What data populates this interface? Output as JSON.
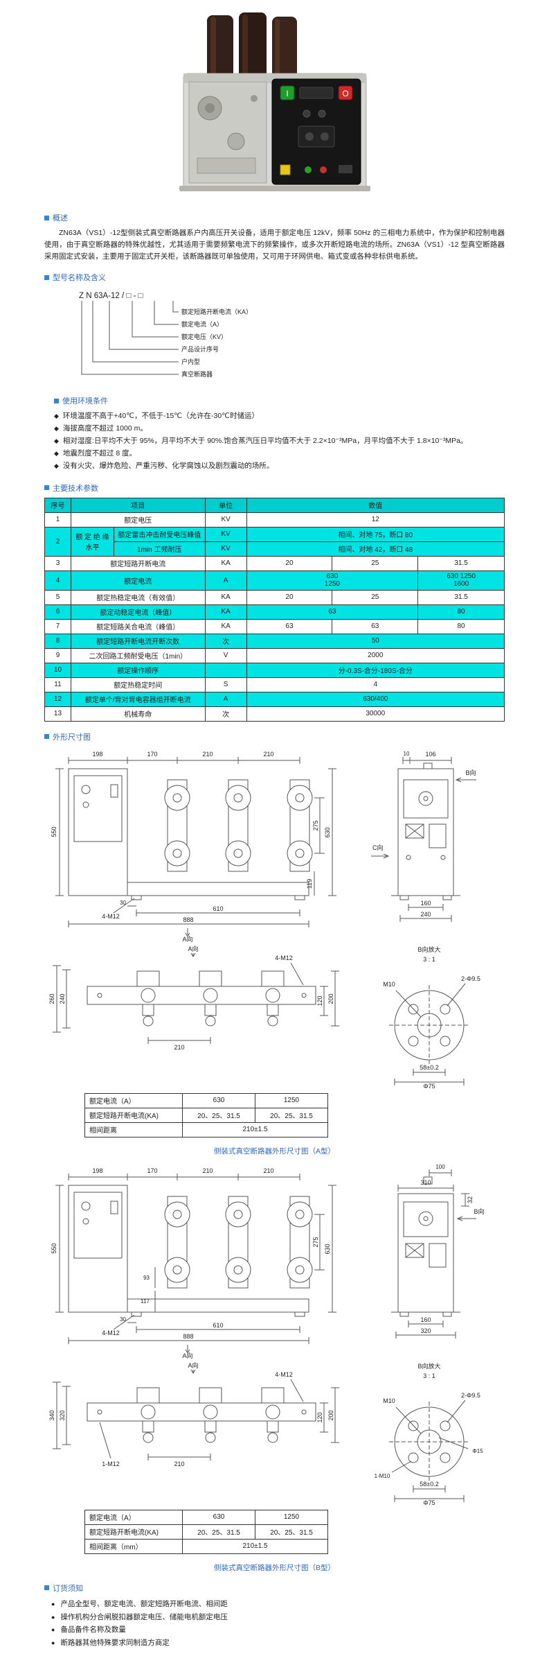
{
  "photo": {
    "alt": "ZN63A（VS1）-12 侧装式真空断路器产品照片",
    "btn_on": "I",
    "btn_off": "O"
  },
  "overview": {
    "title": "概述",
    "body": "ZN63A（VS1）-12型侧装式真空断路器系户内高压开关设备，适用于额定电压 12kV，频率 50Hz 的三相电力系统中，作为保护和控制电器使用，由于真空断路器的特殊优越性，尤其适用于需要频繁电流下的频繁操作，或多次开断短路电流的场所。ZN63A（VS1）-12 型真空断路器采用固定式安装，主要用于固定式开关柜，该断路器既可单独使用，又可用于环网供电、箱式变或各种非标供电系统。"
  },
  "model": {
    "title": "型号名称及含义",
    "code": "Z N 63A-12 / □ - □",
    "labels": [
      "额定短路开断电流（KA）",
      "额定电流（A）",
      "额定电压（KV）",
      "产品设计序号",
      "户内型",
      "真空断路器"
    ]
  },
  "conditions": {
    "title": "使用环境条件",
    "bullet": "◆",
    "items": [
      "环境温度不高于+40℃，不低于-15℃（允许在-30℃时储运）",
      "海拔高度不超过 1000 m。",
      "相对湿度:日平均不大于 95%，月平均不大于 90%.饱合蒸汽压日平均值不大于 2.2×10⁻³MPa，月平均值不大于 1.8×10⁻³MPa。",
      "地震烈度不超过 8 度。",
      "没有火灾、爆炸危险、严重污秽、化学腐蚀以及剧烈震动的场所。"
    ]
  },
  "params": {
    "title": "主要技术参数",
    "h": [
      "序号",
      "项目",
      "单位",
      "数值"
    ],
    "r1": {
      "no": "1",
      "item": "额定电压",
      "unit": "KV",
      "v": "12"
    },
    "r2": {
      "no": "2",
      "item": "额 定 绝 缘水平",
      "s1": "额定雷击冲击耐受电压峰值",
      "u1": "KV",
      "v1": "相间、对地 75，断口 80",
      "s2": "1min 工频耐压",
      "u2": "KV",
      "v2": "相间、对地 42，断口 48"
    },
    "r3": {
      "no": "3",
      "item": "额定短路开断电流",
      "unit": "KA",
      "a": "20",
      "b": "25",
      "c": "31.5"
    },
    "r4": {
      "no": "4",
      "item": "额定电流",
      "unit": "A",
      "ab1": "630",
      "ab2": "1250",
      "c1": "630 1250",
      "c2": "1600"
    },
    "r5": {
      "no": "5",
      "item": "额定热稳定电流（有效值）",
      "unit": "KA",
      "a": "20",
      "b": "25",
      "c": "31.5"
    },
    "r6": {
      "no": "6",
      "item": "额定动稳定电流（峰值）",
      "unit": "KA",
      "ab": "63",
      "c": "80"
    },
    "r7": {
      "no": "7",
      "item": "额定短路关合电流（峰值）",
      "unit": "KA",
      "a": "63",
      "b": "63",
      "c": "80"
    },
    "r8": {
      "no": "8",
      "item": "额定短路开断电流开断次数",
      "unit": "次",
      "v": "50"
    },
    "r9": {
      "no": "9",
      "item": "二次回路工频耐受电压（1min）",
      "unit": "V",
      "v": "2000"
    },
    "r10": {
      "no": "10",
      "item": "额定操作顺序",
      "unit": "",
      "v": "分-0.3S-合分-180S-合分"
    },
    "r11": {
      "no": "11",
      "item": "额定热稳定时间",
      "unit": "S",
      "v": "4"
    },
    "r12": {
      "no": "12",
      "item": "额定单个/背对背电容器组开断电流",
      "unit": "A",
      "v": "630/400"
    },
    "r13": {
      "no": "13",
      "item": "机械寿命",
      "unit": "次",
      "v": "30000"
    }
  },
  "fig1": {
    "title": "外形尺寸图",
    "front": {
      "d198": "198",
      "d170": "170",
      "d210a": "210",
      "d210b": "210",
      "d550": "550",
      "d275": "275",
      "d630": "630",
      "d119": "119",
      "d30": "30",
      "bolt": "4-M12",
      "d610": "610",
      "d888": "888",
      "aview": "A向"
    },
    "side": {
      "d10": "10",
      "d106": "106",
      "bview": "B向",
      "cview": "C向",
      "d160": "160",
      "d240": "240"
    },
    "detail": {
      "title": "B向放大",
      "scale": "3 : 1",
      "holes": "2-Φ9.5",
      "m10": "M10",
      "d58": "58±0.2",
      "d75": "Φ75"
    },
    "aview": {
      "title": "A向",
      "dL1": "260",
      "dL2": "240",
      "bolt": "4-M12",
      "dR1": "120",
      "dR2": "200",
      "d210": "210"
    },
    "table": {
      "r1": [
        "额定电流（A）",
        "630",
        "1250"
      ],
      "r2": [
        "额定短路开断电流(KA)",
        "20、25、31.5",
        "20、25、31.5"
      ],
      "r3": [
        "相间距离",
        "210±1.5"
      ]
    },
    "caption": "侧装式真空断路器外形尺寸图（A型）"
  },
  "fig2": {
    "front": {
      "d198": "198",
      "d170": "170",
      "d210a": "210",
      "d210b": "210",
      "d550": "550",
      "d275": "275",
      "d630": "630",
      "d93": "93",
      "d117": "117",
      "d30": "30",
      "bolt": "4-M12",
      "d610": "610",
      "d888": "888",
      "aview": "A向"
    },
    "side": {
      "d100": "100",
      "bview": "B向",
      "d310": "310",
      "d32": "32",
      "d160": "160",
      "d320": "320"
    },
    "detail": {
      "title": "B向放大",
      "scale": "3 : 1",
      "holes": "2-Φ9.5",
      "m10": "M10",
      "hole2": "1-M10",
      "d15": "Φ15",
      "d58": "58±0.2",
      "d75": "Φ75"
    },
    "aview": {
      "title": "A向",
      "dL1": "340",
      "dL2": "320",
      "bolt": "4-M12",
      "bolt2": "1-M12",
      "dR1": "120",
      "dR2": "200",
      "d210": "210"
    },
    "table": {
      "r1": [
        "额定电流（A）",
        "630",
        "1250"
      ],
      "r2": [
        "额定短路开断电流(KA)",
        "20、25、31.5",
        "20、25、31.5"
      ],
      "r3": [
        "相间距离（mm）",
        "210±1.5"
      ]
    },
    "caption": "侧装式真空断路器外形尺寸图（B型）"
  },
  "ordering": {
    "title": "订货须知",
    "bullet": "●",
    "items": [
      "产品全型号、额定电流、额定短路开断电流、相间距",
      "操作机构分合闸脱扣器额定电压、储能电机额定电压",
      "备品备件名称及数量",
      "断路器其他特殊要求同制造方商定"
    ]
  }
}
